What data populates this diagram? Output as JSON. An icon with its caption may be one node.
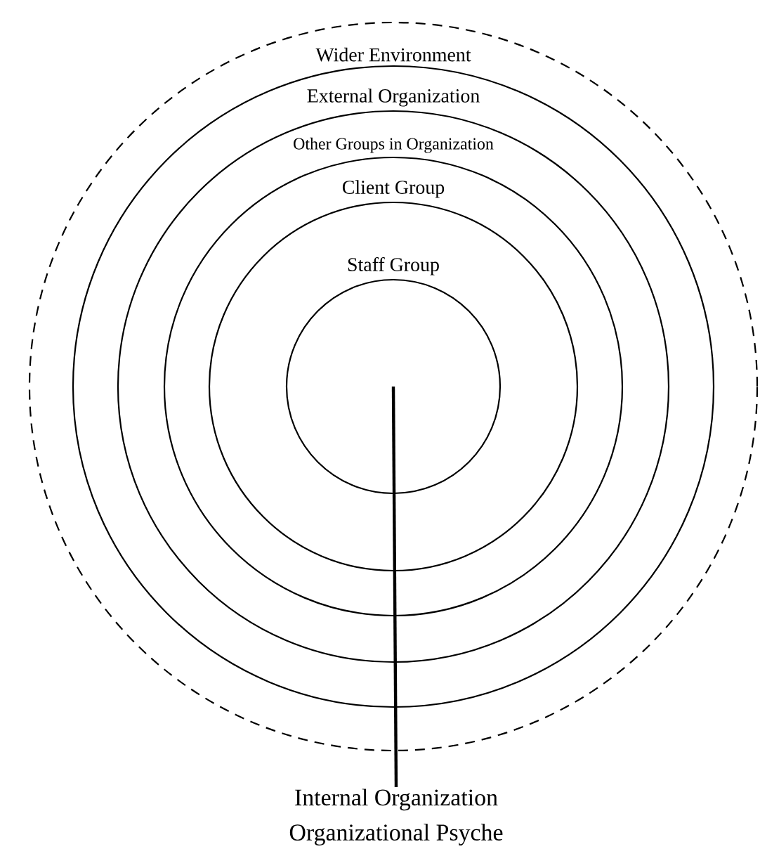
{
  "diagram": {
    "nodes": [
      {
        "text": [
          "Wider Environment"
        ]
      },
      {
        "text": [
          "External Organization"
        ],
        "in": 0
      },
      {
        "text": [
          "Other Groups in Organization"
        ],
        "in": 1
      },
      {
        "text": [
          "Client Group"
        ],
        "in": 2
      },
      {
        "text": [
          "Staff Group"
        ],
        "in": 3
      },
      {
        "text": [],
        "shape": "circle",
        "in": 4
      },
      {
        "text": [
          "Internal Organization",
          "Organizational Psyche"
        ]
      }
    ],
    "edges": [
      {
        "from": 6,
        "to": 5,
        "arrow": "none"
      }
    ]
  }
}
